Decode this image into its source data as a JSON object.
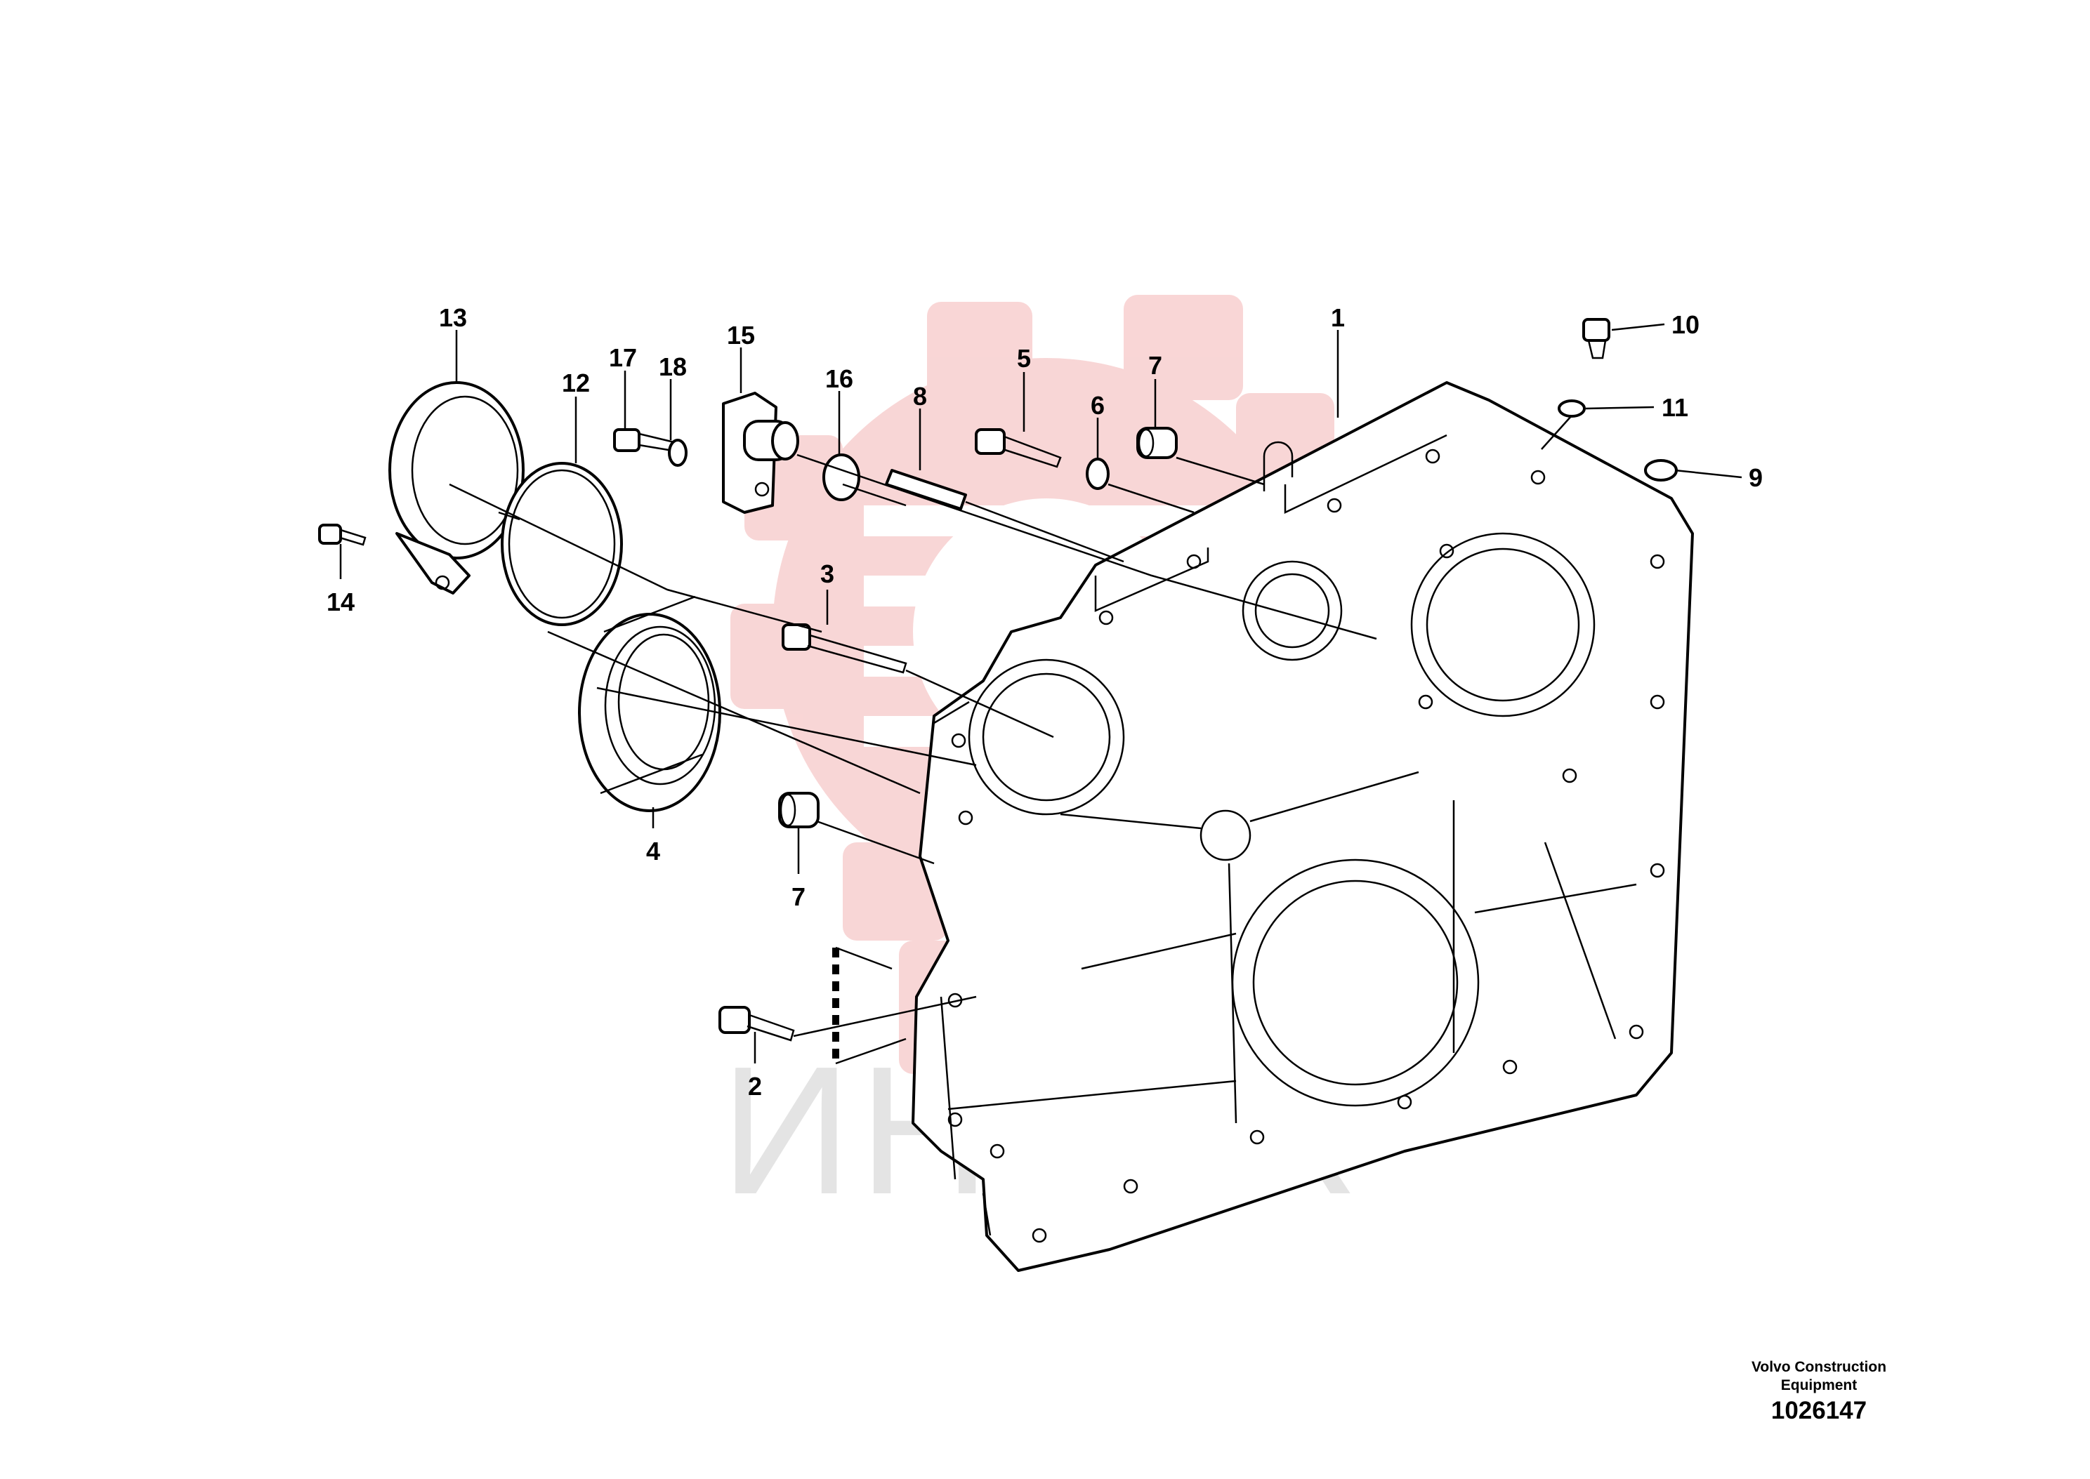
{
  "watermark": {
    "brand_text": "ИНТЕК",
    "color": "#f4b5b5"
  },
  "diagram": {
    "callouts": [
      "1",
      "2",
      "3",
      "4",
      "5",
      "6",
      "7",
      "7",
      "8",
      "9",
      "10",
      "11",
      "12",
      "13",
      "14",
      "15",
      "16",
      "17",
      "18"
    ]
  },
  "credit": {
    "line1": "Volvo Construction",
    "line2": "Equipment",
    "drawing_number": "1026147"
  }
}
